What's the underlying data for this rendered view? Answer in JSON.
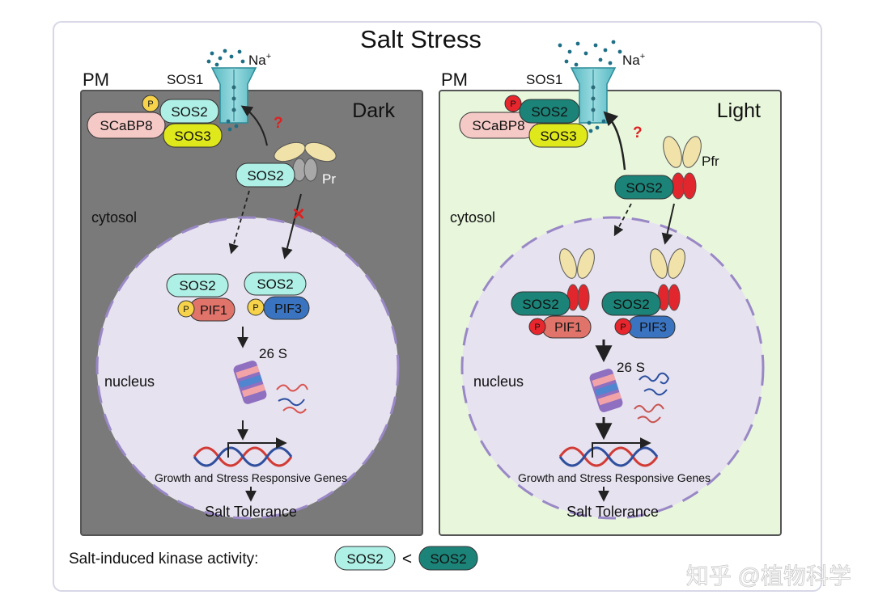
{
  "title": "Salt Stress",
  "left_panel": {
    "pm_label": "PM",
    "sos1_label": "SOS1",
    "na_label": "Na",
    "na_charge": "+",
    "condition": "Dark",
    "scabp8": "SCaBP8",
    "sos2": "SOS2",
    "sos3": "SOS3",
    "phospho": "P",
    "question": "?",
    "pr_label": "Pr",
    "cytosol": "cytosol",
    "blocked": "×",
    "nucleus": "nucleus",
    "pif1": "PIF1",
    "pif3": "PIF3",
    "degradation": "26 S",
    "genes": "Growth and Stress Responsive Genes",
    "outcome": "Salt Tolerance"
  },
  "right_panel": {
    "pm_label": "PM",
    "sos1_label": "SOS1",
    "na_label": "Na",
    "na_charge": "+",
    "condition": "Light",
    "scabp8": "SCaBP8",
    "sos2": "SOS2",
    "sos3": "SOS3",
    "phospho": "P",
    "question": "?",
    "pfr_label": "Pfr",
    "cytosol": "cytosol",
    "nucleus": "nucleus",
    "pif1": "PIF1",
    "pif3": "PIF3",
    "degradation": "26 S",
    "genes": "Growth and Stress Responsive Genes",
    "outcome": "Salt Tolerance"
  },
  "legend": {
    "label": "Salt-induced kinase activity:",
    "low": "SOS2",
    "comparator": "<",
    "high": "SOS2"
  },
  "watermark": "知乎 @植物科学",
  "colors": {
    "dark_panel": "#7a7a7a",
    "light_panel": "#e8f7dc",
    "nucleus": "#e6e2ef",
    "sos2_inactive": "#aef0e6",
    "sos2_active": "#1b8378",
    "sos3": "#dfe81a",
    "scabp8": "#f5c9c6",
    "phospho_dark": "#f6d34a",
    "phospho_light": "#e8262d",
    "pif1": "#e0736a",
    "pif3": "#3a74c0",
    "phytochrome_red": "#e2262d",
    "error_red": "#e02020"
  }
}
